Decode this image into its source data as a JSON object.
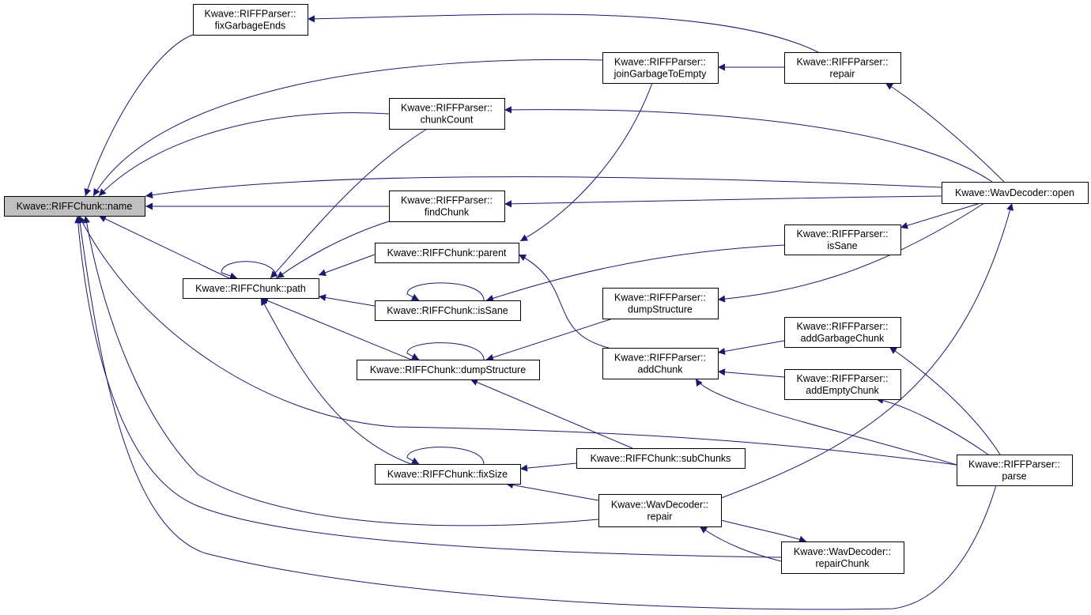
{
  "graph": {
    "colors": {
      "edge": "#191970",
      "focus_fill": "#bfbfbf",
      "node_fill": "#ffffff",
      "node_border": "#000000"
    },
    "nodes": [
      {
        "id": "name",
        "lines": [
          "Kwave::RIFFChunk::name"
        ],
        "focus": true
      },
      {
        "id": "fixGarbageEnds",
        "lines": [
          "Kwave::RIFFParser::",
          "fixGarbageEnds"
        ]
      },
      {
        "id": "joinGarbage",
        "lines": [
          "Kwave::RIFFParser::",
          "joinGarbageToEmpty"
        ]
      },
      {
        "id": "parserRepair",
        "lines": [
          "Kwave::RIFFParser::",
          "repair"
        ]
      },
      {
        "id": "chunkCount",
        "lines": [
          "Kwave::RIFFParser::",
          "chunkCount"
        ]
      },
      {
        "id": "wavOpen",
        "lines": [
          "Kwave::WavDecoder::open"
        ]
      },
      {
        "id": "findChunk",
        "lines": [
          "Kwave::RIFFParser::",
          "findChunk"
        ]
      },
      {
        "id": "parent",
        "lines": [
          "Kwave::RIFFChunk::parent"
        ]
      },
      {
        "id": "parserIsSane",
        "lines": [
          "Kwave::RIFFParser::",
          "isSane"
        ]
      },
      {
        "id": "path",
        "lines": [
          "Kwave::RIFFChunk::path"
        ]
      },
      {
        "id": "chunkIsSane",
        "lines": [
          "Kwave::RIFFChunk::isSane"
        ]
      },
      {
        "id": "parserDump",
        "lines": [
          "Kwave::RIFFParser::",
          "dumpStructure"
        ]
      },
      {
        "id": "addGarbageChunk",
        "lines": [
          "Kwave::RIFFParser::",
          "addGarbageChunk"
        ]
      },
      {
        "id": "chunkDump",
        "lines": [
          "Kwave::RIFFChunk::dumpStructure"
        ]
      },
      {
        "id": "addChunk",
        "lines": [
          "Kwave::RIFFParser::",
          "addChunk"
        ]
      },
      {
        "id": "addEmptyChunk",
        "lines": [
          "Kwave::RIFFParser::",
          "addEmptyChunk"
        ]
      },
      {
        "id": "subChunks",
        "lines": [
          "Kwave::RIFFChunk::subChunks"
        ]
      },
      {
        "id": "parse",
        "lines": [
          "Kwave::RIFFParser::",
          "parse"
        ]
      },
      {
        "id": "fixSize",
        "lines": [
          "Kwave::RIFFChunk::fixSize"
        ]
      },
      {
        "id": "wavRepair",
        "lines": [
          "Kwave::WavDecoder::",
          "repair"
        ]
      },
      {
        "id": "repairChunk",
        "lines": [
          "Kwave::WavDecoder::",
          "repairChunk"
        ]
      }
    ],
    "edges": [
      {
        "from": "fixGarbageEnds",
        "to": "name"
      },
      {
        "from": "joinGarbage",
        "to": "name"
      },
      {
        "from": "chunkCount",
        "to": "name"
      },
      {
        "from": "wavOpen",
        "to": "name"
      },
      {
        "from": "findChunk",
        "to": "name"
      },
      {
        "from": "path",
        "to": "name"
      },
      {
        "from": "parse",
        "to": "name"
      },
      {
        "from": "wavRepair",
        "to": "name"
      },
      {
        "from": "repairChunk",
        "to": "name"
      },
      {
        "from": "parserRepair",
        "to": "fixGarbageEnds"
      },
      {
        "from": "parserRepair",
        "to": "joinGarbage"
      },
      {
        "from": "wavOpen",
        "to": "parserRepair"
      },
      {
        "from": "wavOpen",
        "to": "chunkCount"
      },
      {
        "from": "wavOpen",
        "to": "findChunk"
      },
      {
        "from": "wavOpen",
        "to": "parserIsSane"
      },
      {
        "from": "wavOpen",
        "to": "parserDump"
      },
      {
        "from": "chunkCount",
        "to": "path"
      },
      {
        "from": "findChunk",
        "to": "path"
      },
      {
        "from": "parent",
        "to": "path"
      },
      {
        "from": "joinGarbage",
        "to": "parent"
      },
      {
        "from": "addChunk",
        "to": "parent"
      },
      {
        "from": "chunkIsSane",
        "to": "path"
      },
      {
        "from": "parserIsSane",
        "to": "chunkIsSane"
      },
      {
        "from": "chunkDump",
        "to": "path"
      },
      {
        "from": "parserDump",
        "to": "chunkDump"
      },
      {
        "from": "subChunks",
        "to": "chunkDump"
      },
      {
        "from": "fixSize",
        "to": "path"
      },
      {
        "from": "subChunks",
        "to": "fixSize"
      },
      {
        "from": "wavRepair",
        "to": "fixSize"
      },
      {
        "from": "addGarbageChunk",
        "to": "addChunk"
      },
      {
        "from": "addEmptyChunk",
        "to": "addChunk"
      },
      {
        "from": "parse",
        "to": "addChunk"
      },
      {
        "from": "parse",
        "to": "addGarbageChunk"
      },
      {
        "from": "parse",
        "to": "addEmptyChunk"
      },
      {
        "from": "parse",
        "to": "wavOpen"
      },
      {
        "from": "wavRepair",
        "to": "wavOpen"
      },
      {
        "from": "repairChunk",
        "to": "wavRepair"
      },
      {
        "from": "wavRepair",
        "to": "repairChunk"
      },
      {
        "from": "path",
        "to": "path"
      },
      {
        "from": "chunkIsSane",
        "to": "chunkIsSane"
      },
      {
        "from": "chunkDump",
        "to": "chunkDump"
      },
      {
        "from": "fixSize",
        "to": "fixSize"
      }
    ]
  }
}
